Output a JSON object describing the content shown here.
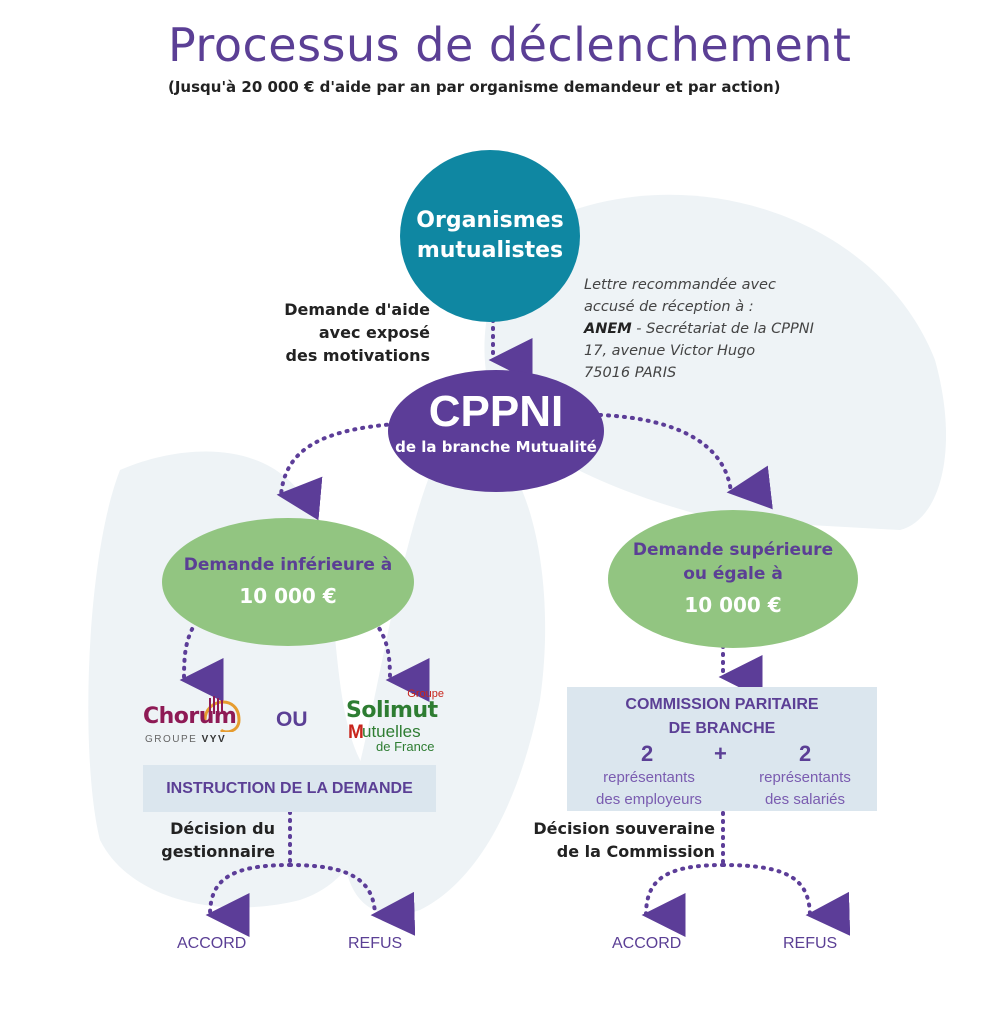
{
  "header": {
    "title": "Processus de déclenchement",
    "subtitle": "(Jusqu'à 20 000 € d'aide par an par organisme demandeur et par action)"
  },
  "nodes": {
    "organismes": {
      "line1": "Organismes",
      "line2": "mutualistes"
    },
    "cppni": {
      "title": "CPPNI",
      "subtitle": "de la branche Mutualité"
    },
    "demande_inferieure": {
      "line1": "Demande inférieure à",
      "amount": "10 000 €"
    },
    "demande_superieure": {
      "line1": "Demande supérieure",
      "line2": "ou égale à",
      "amount": "10 000 €"
    }
  },
  "labels": {
    "demande_aide": [
      "Demande d'aide",
      "avec exposé",
      "des motivations"
    ],
    "lettre": {
      "line1": "Lettre recommandée avec",
      "line2": "accusé de réception à :",
      "line3_bold": "ANEM",
      "line3_rest": " - Secrétariat de la CPPNI",
      "line4": "17, avenue Victor Hugo",
      "line5": "75016 PARIS"
    },
    "ou": "OU",
    "instruction": "INSTRUCTION DE LA DEMANDE",
    "decision_gestionnaire": [
      "Décision du",
      "gestionnaire"
    ],
    "decision_commission": [
      "Décision souveraine",
      "de la Commission"
    ]
  },
  "logos": {
    "chorum": {
      "name": "Chorum",
      "group_prefix": "GROUPE ",
      "group_name": "VYV"
    },
    "solimut": {
      "groupe": "Groupe",
      "name": "Solimut",
      "m": "M",
      "line2": "utuelles",
      "line3": "de France"
    }
  },
  "commission": {
    "title_line1": "COMMISSION PARITAIRE",
    "title_line2": "DE BRANCHE",
    "left_num": "2",
    "plus": "+",
    "right_num": "2",
    "left_label": [
      "représentants",
      "des employeurs"
    ],
    "right_label": [
      "représentants",
      "des salariés"
    ]
  },
  "outcomes": {
    "left": {
      "accord": "ACCORD",
      "refus": "REFUS"
    },
    "right": {
      "accord": "ACCORD",
      "refus": "REFUS"
    }
  },
  "colors": {
    "purple": "#5c3d98",
    "teal": "#0f87a2",
    "green": "#92c581",
    "light_blue": "#dbe6ee",
    "background_shape": "#eef3f6"
  }
}
